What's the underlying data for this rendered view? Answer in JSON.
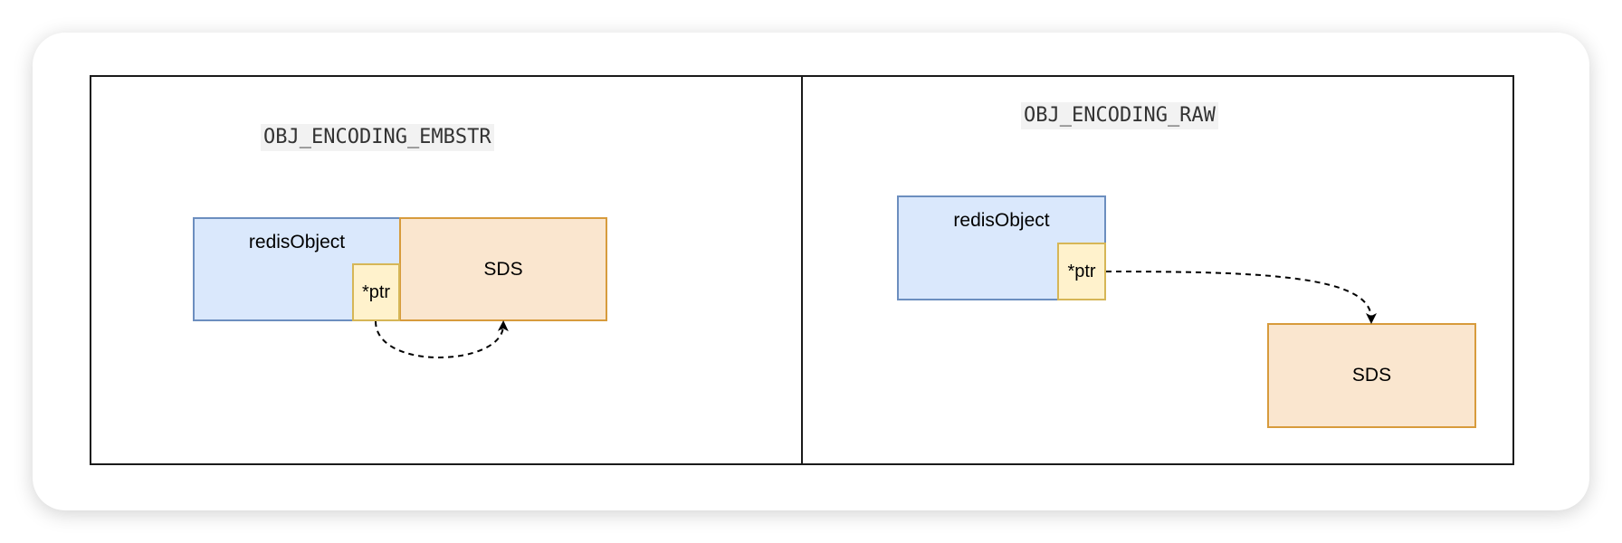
{
  "panels": {
    "left": {
      "title": "OBJ_ENCODING_EMBSTR",
      "object_label": "redisObject",
      "pointer_label": "*ptr",
      "target_label": "SDS"
    },
    "right": {
      "title": "OBJ_ENCODING_RAW",
      "object_label": "redisObject",
      "pointer_label": "*ptr",
      "target_label": "SDS"
    }
  },
  "colors": {
    "object_fill": "#dae8fc",
    "object_stroke": "#6c8ebf",
    "sds_fill": "#fae6cf",
    "sds_stroke": "#d79b3c",
    "ptr_fill": "#fff2cc",
    "ptr_stroke": "#d6b656"
  }
}
